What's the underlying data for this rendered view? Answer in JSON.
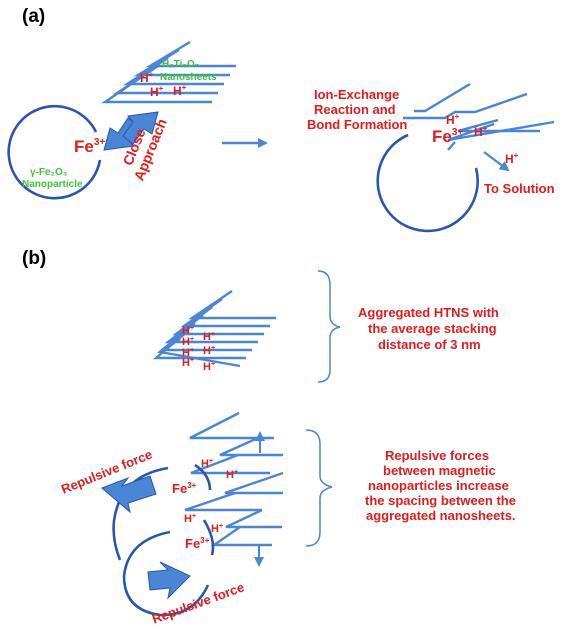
{
  "panel_a": {
    "label": "(a)",
    "nanosheets_label_1": "H₂Ti₃O₇",
    "nanosheets_label_2": "Nanosheets",
    "nanoparticle_label_1": "γ-Fe₂O₃",
    "nanoparticle_label_2": "Nanoparticle",
    "fe_ion": "Fe",
    "fe_charge": "3+",
    "close_1": "Close",
    "close_2": "Approach",
    "proton": "H",
    "proton_charge": "+",
    "reaction_1": "Ion-Exchange",
    "reaction_2": "Reaction and",
    "reaction_3": "Bond Formation",
    "to_solution": "To Solution"
  },
  "panel_b": {
    "label": "(b)",
    "aggregated_1": "Aggregated HTNS with",
    "aggregated_2": "the average stacking",
    "aggregated_3": "distance of 3 nm",
    "repulsive_force": "Repulsive force",
    "forces_1": "Repulsive forces",
    "forces_2": "between magnetic",
    "forces_3": "nanoparticles increase",
    "forces_4": "the spacing between the",
    "forces_5": "aggregated nanosheets."
  },
  "colors": {
    "sheet_blue": "#4a86d6",
    "particle_blue": "#2a56b0",
    "label_red": "#e31b1b",
    "label_green": "#3fc43f"
  }
}
